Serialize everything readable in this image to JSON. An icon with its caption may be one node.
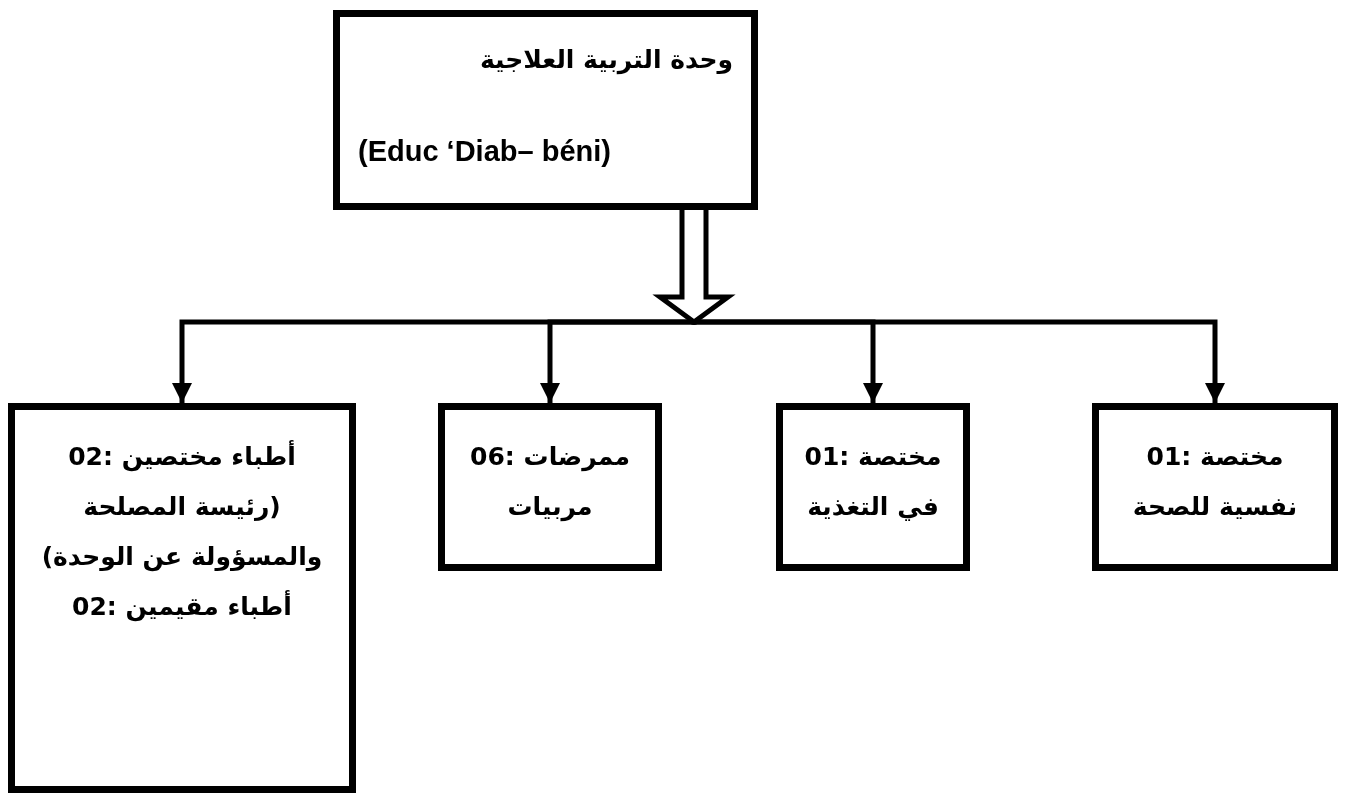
{
  "diagram": {
    "nodes": [
      {
        "text": [
          "وحدة التربية العلاجية",
          "(Educ ‘Diab– béni)"
        ]
      },
      {
        "text": [
          "01: مختصة نفسية للصحة"
        ]
      },
      {
        "text": [
          "01: مختصة في التغذية"
        ]
      },
      {
        "text": [
          "06: ممرضات مربيات"
        ]
      },
      {
        "text": [
          "02: أطباء مختصين",
          "(رئيسة المصلحة والمسؤولة عن الوحدة)",
          "02: أطباء مقيمين"
        ]
      }
    ],
    "edges": [
      {
        "from": 0,
        "to": 1,
        "arrow": "to"
      },
      {
        "from": 0,
        "to": 2,
        "arrow": "to"
      },
      {
        "from": 0,
        "to": 3,
        "arrow": "to"
      },
      {
        "from": 0,
        "to": 4,
        "arrow": "to"
      }
    ]
  }
}
